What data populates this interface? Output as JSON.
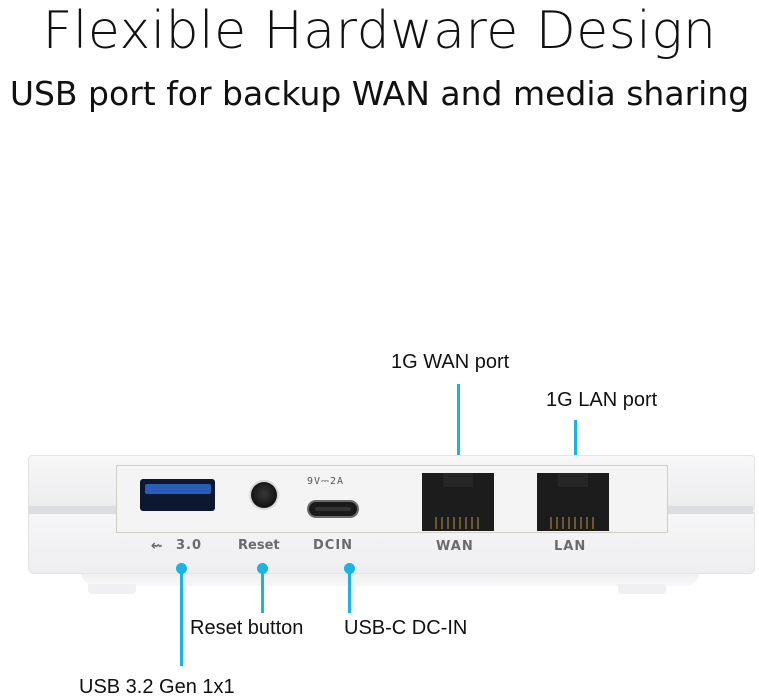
{
  "header": {
    "title": "Flexible Hardware Design",
    "subtitle": "USB port for backup WAN and media sharing"
  },
  "callouts": {
    "wan": "1G WAN port",
    "lan": "1G LAN port",
    "reset": "Reset button",
    "dcin": "USB-C DC-IN",
    "usb": "USB 3.2 Gen 1x1"
  },
  "device_labels": {
    "usb_symbol": "⭠",
    "usb": "3.0",
    "reset": "Reset",
    "dcin": "DCIN",
    "power_rating": "9V⎓2A",
    "wan": "WAN",
    "lan": "LAN"
  },
  "colors": {
    "accent": "#1ab3e6",
    "usb_blue": "#2a5db8"
  }
}
